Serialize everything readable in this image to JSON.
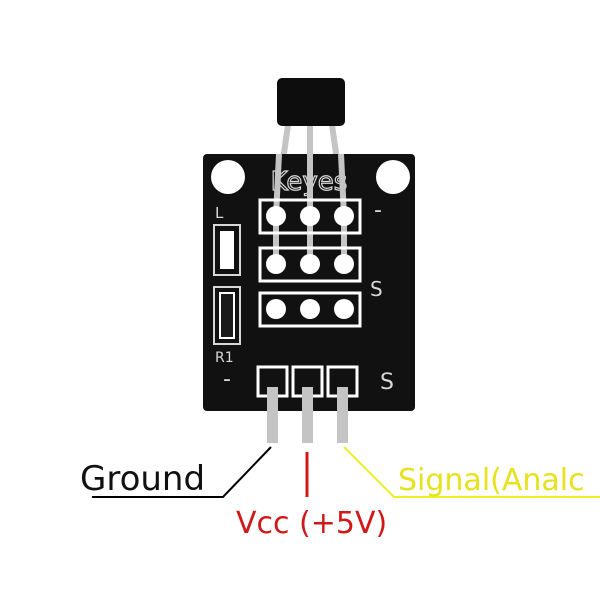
{
  "module": {
    "brand": "Keyes",
    "silk_minus_top": "-",
    "silk_s_mid": "S",
    "silk_minus_bottom": "-",
    "silk_s_bottom": "S",
    "silk_led": "L",
    "silk_resistor": "R1"
  },
  "pins": {
    "ground": "Ground",
    "vcc": "Vcc (+5V)",
    "signal": "Signal(Analc"
  },
  "colors": {
    "board": "#111111",
    "sensor": "#0d0d0d",
    "leg": "#c4c4c4",
    "ground_line": "#000000",
    "vcc_line": "#d01818",
    "signal_line": "#f2ee22",
    "ground_text": "#111111",
    "vcc_text": "#d01818",
    "signal_text": "#e6e21e"
  }
}
